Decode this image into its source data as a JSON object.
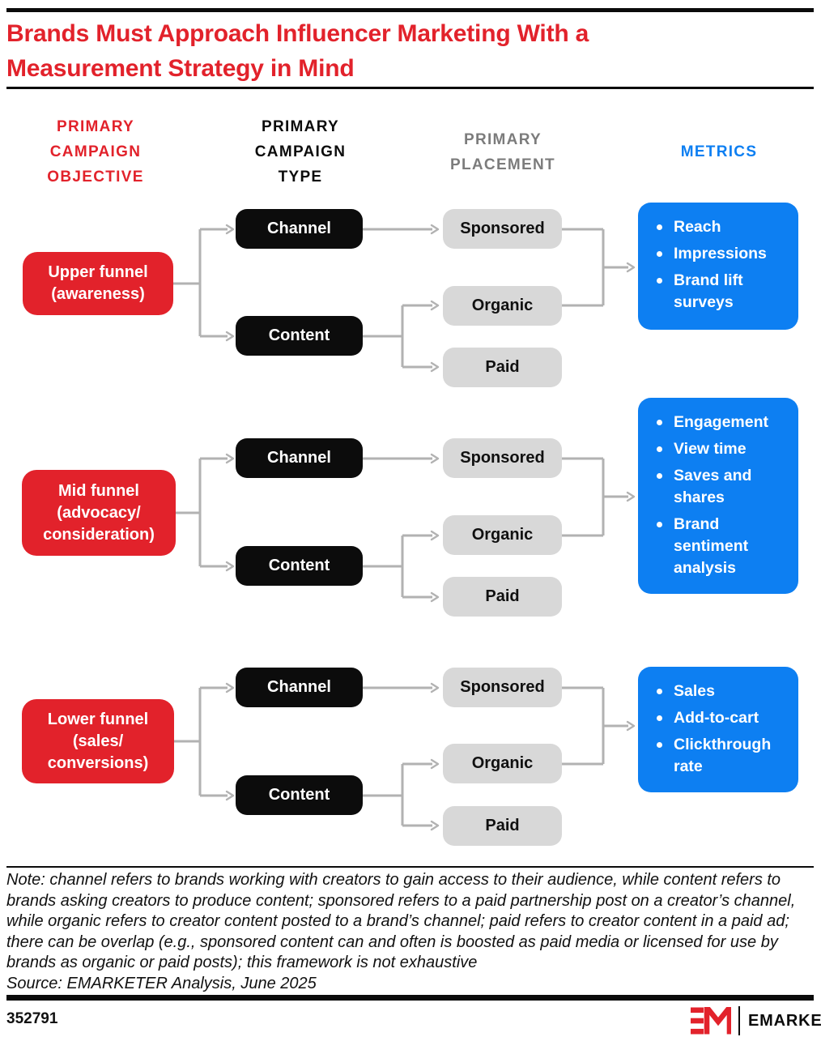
{
  "header": {
    "title": "Brands Must Approach Influencer Marketing With a\nMeasurement Strategy in Mind"
  },
  "columns": [
    {
      "label": "PRIMARY\nCAMPAIGN\nOBJECTIVE",
      "color": "#e2222b"
    },
    {
      "label": "PRIMARY\nCAMPAIGN\nTYPE",
      "color": "#0c0c0c"
    },
    {
      "label": "PRIMARY\nPLACEMENT",
      "color": "#7c7c7c"
    },
    {
      "label": "METRICS",
      "color": "#0d7ff2"
    }
  ],
  "rows": [
    {
      "objective": "Upper funnel\n(awareness)",
      "types": [
        "Channel",
        "Content"
      ],
      "placements": [
        "Sponsored",
        "Organic",
        "Paid"
      ],
      "metrics": [
        "Reach",
        "Impressions",
        "Brand lift surveys"
      ]
    },
    {
      "objective": "Mid funnel\n(advocacy/\nconsideration)",
      "types": [
        "Channel",
        "Content"
      ],
      "placements": [
        "Sponsored",
        "Organic",
        "Paid"
      ],
      "metrics": [
        "Engagement",
        "View time",
        "Saves and shares",
        "Brand sentiment analysis"
      ]
    },
    {
      "objective": "Lower funnel\n(sales/\nconversions)",
      "types": [
        "Channel",
        "Content"
      ],
      "placements": [
        "Sponsored",
        "Organic",
        "Paid"
      ],
      "metrics": [
        "Sales",
        "Add-to-cart",
        "Clickthrough rate"
      ]
    }
  ],
  "footer": {
    "note": "Note: channel refers to brands working with creators to gain access to their audience, while content refers to brands asking creators to produce content; sponsored refers to a paid partnership post on a creator’s channel, while organic refers to creator content posted to a brand’s channel; paid refers to creator content in a paid ad; there can be overlap (e.g., sponsored content can and often is boosted as paid media or licensed for use by brands as organic or paid posts); this framework is not exhaustive",
    "source": "Source: EMARKETER Analysis, June 2025",
    "chart_id": "352791",
    "brand": "EMARKETER"
  },
  "colors": {
    "accent_red": "#e2222b",
    "accent_blue": "#0d7ff2",
    "node_black": "#0c0c0c",
    "node_gray": "#d8d8d8",
    "header_gray": "#7c7c7c",
    "connector_gray": "#b2b2b2"
  }
}
